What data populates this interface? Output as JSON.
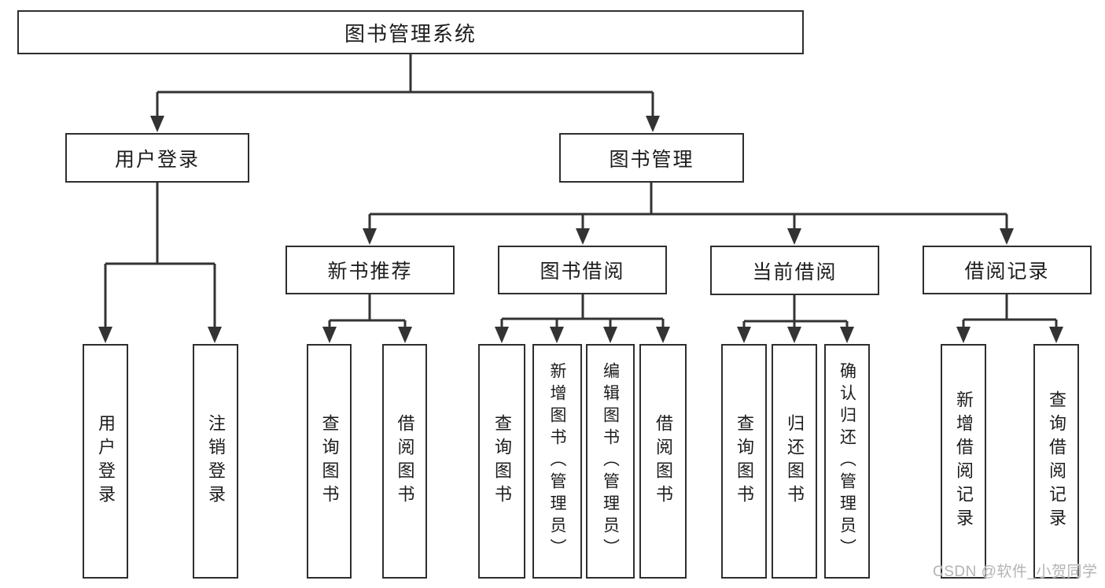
{
  "diagram": {
    "root": {
      "label": "图书管理系统"
    },
    "branches": {
      "user_login": {
        "label": "用户登录"
      },
      "book_management": {
        "label": "图书管理"
      }
    },
    "modules": {
      "new_book_recommend": {
        "label": "新书推荐"
      },
      "book_borrow": {
        "label": "图书借阅"
      },
      "current_borrow": {
        "label": "当前借阅"
      },
      "borrow_record": {
        "label": "借阅记录"
      }
    },
    "leaves": {
      "user_login": {
        "label": "用户登录"
      },
      "logout_login": {
        "label": "注销登录"
      },
      "query_book_a": {
        "label": "查询图书"
      },
      "borrow_book_a": {
        "label": "借阅图书"
      },
      "query_book_b": {
        "label": "查询图书"
      },
      "add_book_admin": {
        "label": "新增图书（管理员）"
      },
      "edit_book_admin": {
        "label": "编辑图书（管理员）"
      },
      "borrow_book_b": {
        "label": "借阅图书"
      },
      "query_book_c": {
        "label": "查询图书"
      },
      "return_book": {
        "label": "归还图书"
      },
      "confirm_return_admin": {
        "label": "确认归还（管理员）"
      },
      "add_borrow_record": {
        "label": "新增借阅记录"
      },
      "query_borrow_record": {
        "label": "查询借阅记录"
      }
    }
  },
  "watermark": {
    "text": "CSDN @软件_小贺同学"
  },
  "colors": {
    "background": "#ffffff",
    "box_border": "#2e2e2e",
    "connector": "#333333",
    "text": "#1c1c1c",
    "watermark": "#b3b3b3"
  }
}
